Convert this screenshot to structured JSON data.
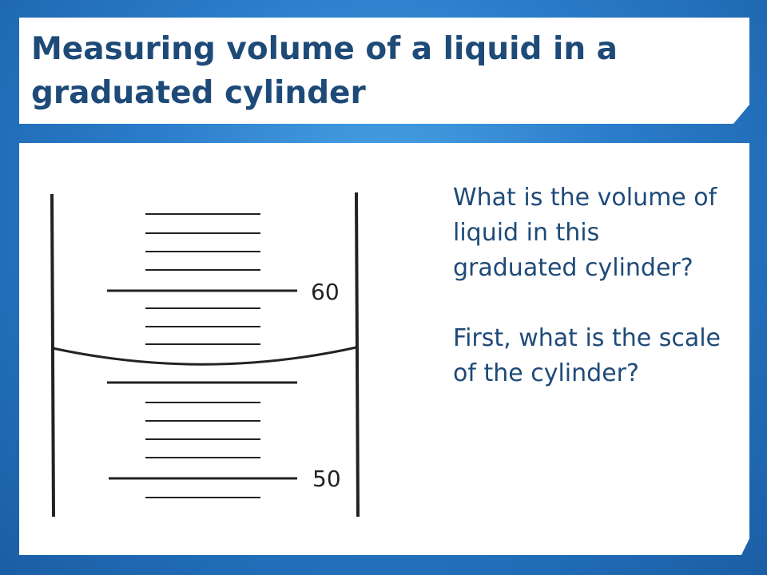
{
  "slide": {
    "title": "Measuring volume of a liquid in a graduated cylinder",
    "question_1": "What is the volume of liquid in this graduated cylinder?",
    "question_2": "First, what is the scale of the cylinder?"
  },
  "cylinder": {
    "major_labels": [
      "60",
      "50"
    ],
    "unit_marks_shown": 15
  },
  "colors": {
    "title_text": "#1e4a78",
    "background": "#2a7cc9",
    "panel": "#ffffff"
  }
}
